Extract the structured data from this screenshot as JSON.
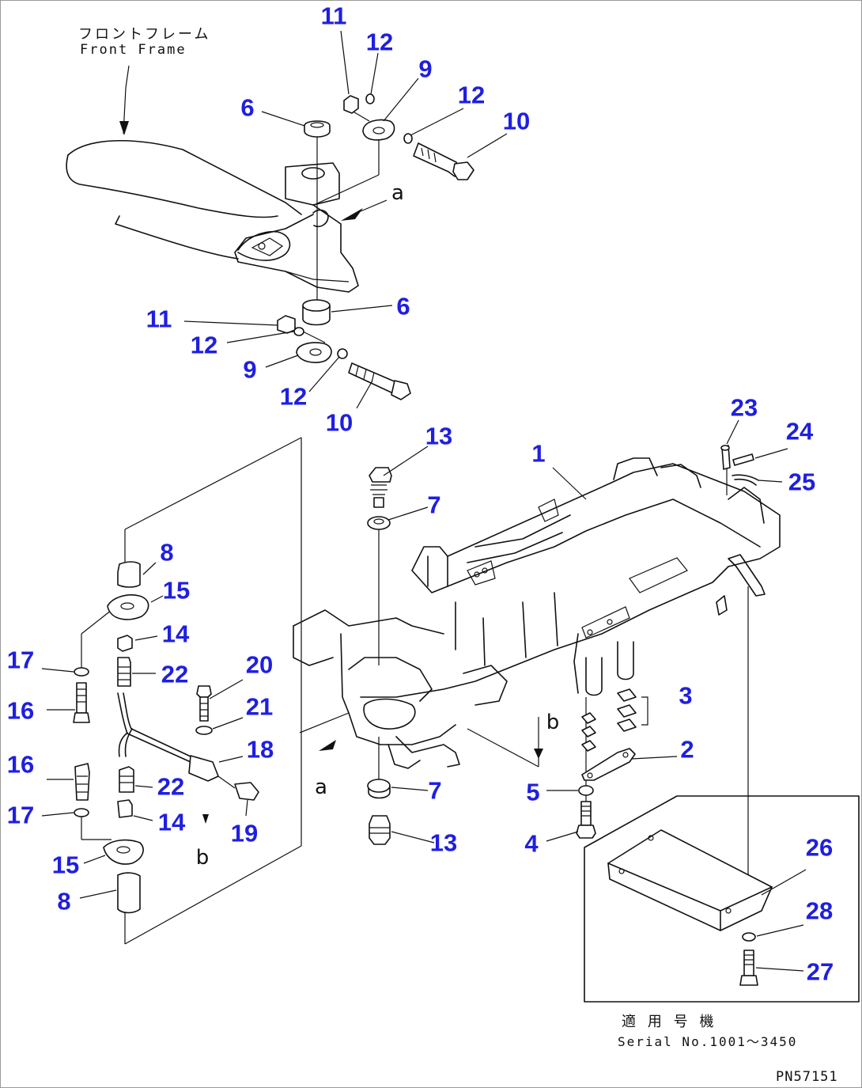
{
  "labels": {
    "front_frame_jp": "フロントフレーム",
    "front_frame_en": "Front Frame",
    "serial_jp": "適 用 号 機",
    "serial_en": "Serial No.1001～3450",
    "page_code": "PN57151",
    "view_a": "a",
    "view_b": "b"
  },
  "callout_color": "#1f1fe0",
  "callouts": [
    {
      "n": "1"
    },
    {
      "n": "2"
    },
    {
      "n": "3"
    },
    {
      "n": "4"
    },
    {
      "n": "5"
    },
    {
      "n": "6"
    },
    {
      "n": "6"
    },
    {
      "n": "7"
    },
    {
      "n": "7"
    },
    {
      "n": "8"
    },
    {
      "n": "8"
    },
    {
      "n": "9"
    },
    {
      "n": "9"
    },
    {
      "n": "10"
    },
    {
      "n": "10"
    },
    {
      "n": "11"
    },
    {
      "n": "11"
    },
    {
      "n": "12"
    },
    {
      "n": "12"
    },
    {
      "n": "12"
    },
    {
      "n": "12"
    },
    {
      "n": "13"
    },
    {
      "n": "13"
    },
    {
      "n": "14"
    },
    {
      "n": "14"
    },
    {
      "n": "15"
    },
    {
      "n": "15"
    },
    {
      "n": "16"
    },
    {
      "n": "16"
    },
    {
      "n": "17"
    },
    {
      "n": "17"
    },
    {
      "n": "18"
    },
    {
      "n": "19"
    },
    {
      "n": "20"
    },
    {
      "n": "21"
    },
    {
      "n": "22"
    },
    {
      "n": "22"
    },
    {
      "n": "23"
    },
    {
      "n": "24"
    },
    {
      "n": "25"
    },
    {
      "n": "26"
    },
    {
      "n": "27"
    },
    {
      "n": "28"
    }
  ]
}
